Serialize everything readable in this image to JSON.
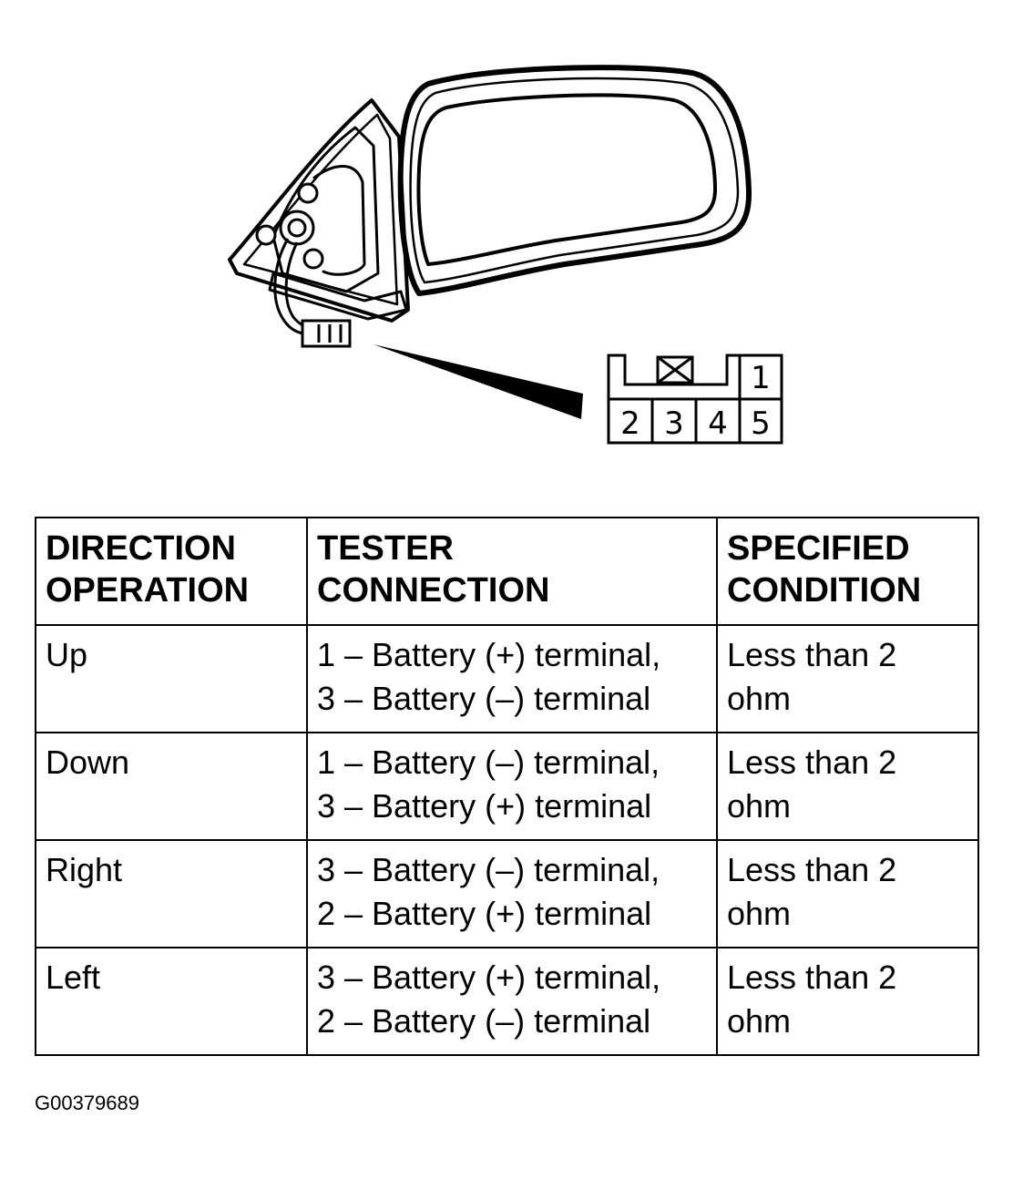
{
  "connector": {
    "pins": [
      "1",
      "2",
      "3",
      "4",
      "5"
    ]
  },
  "table": {
    "headers": [
      {
        "line1": "DIRECTION",
        "line2": "OPERATION"
      },
      {
        "line1": "TESTER",
        "line2": "CONNECTION"
      },
      {
        "line1": "SPECIFIED",
        "line2": "CONDITION"
      }
    ],
    "rows": [
      {
        "direction": "Up",
        "connection": [
          "1 – Battery (+) terminal,",
          "3 – Battery (–) terminal"
        ],
        "condition": [
          "Less than 2",
          "ohm"
        ]
      },
      {
        "direction": "Down",
        "connection": [
          "1 – Battery (–) terminal,",
          "3 – Battery (+) terminal"
        ],
        "condition": [
          "Less than 2",
          "ohm"
        ]
      },
      {
        "direction": "Right",
        "connection": [
          "3 – Battery (–) terminal,",
          "2 – Battery (+) terminal"
        ],
        "condition": [
          "Less than 2",
          "ohm"
        ]
      },
      {
        "direction": "Left",
        "connection": [
          "3 – Battery (+) terminal,",
          "2 – Battery (–) terminal"
        ],
        "condition": [
          "Less than 2",
          "ohm"
        ]
      }
    ]
  },
  "figure_id": "G00379689"
}
